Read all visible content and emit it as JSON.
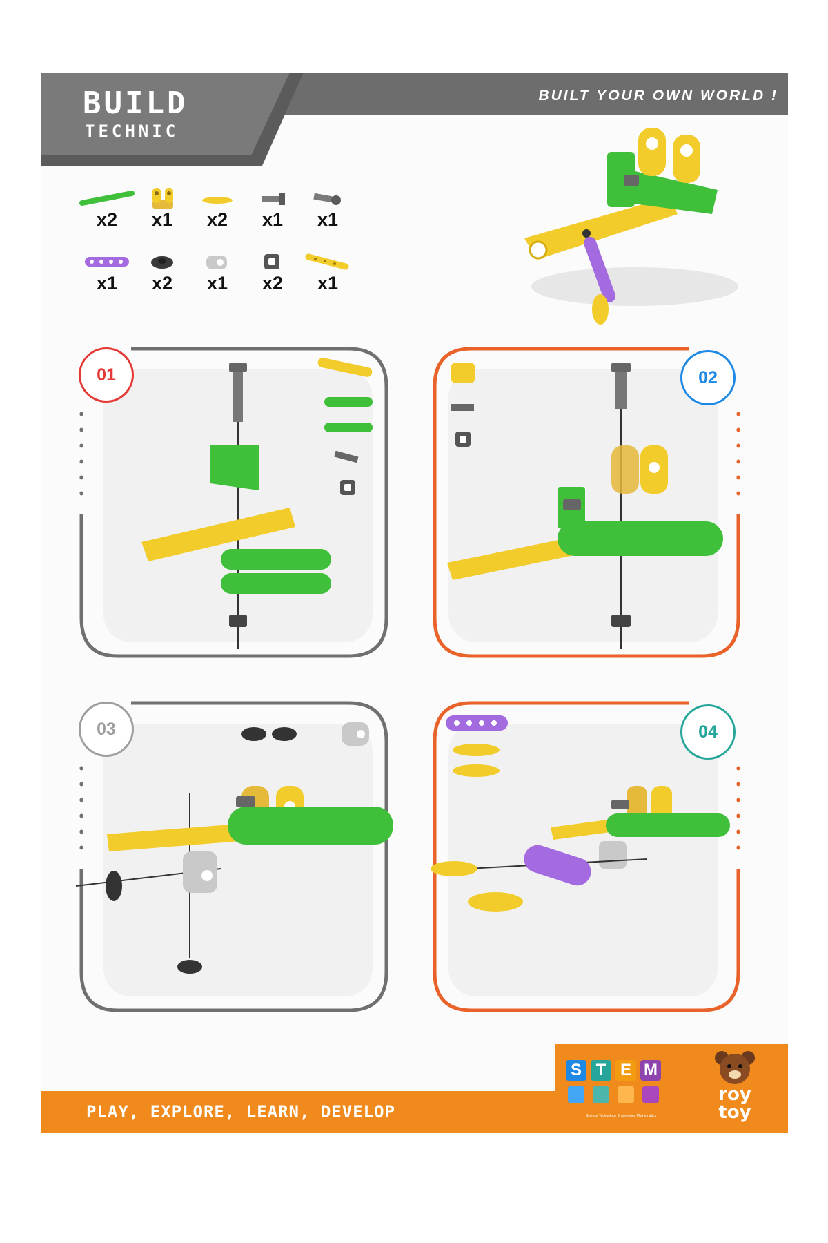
{
  "header": {
    "title": "BUILD",
    "subtitle": "TECHNIC",
    "tagline": "BUILT YOUR OWN WORLD !"
  },
  "parts_list": [
    {
      "icon": "green-strip-icon",
      "qty": "x2"
    },
    {
      "icon": "yellow-bracket-icon",
      "qty": "x1"
    },
    {
      "icon": "yellow-pin-icon",
      "qty": "x2"
    },
    {
      "icon": "gray-screw-icon",
      "qty": "x1"
    },
    {
      "icon": "gray-bolt-icon",
      "qty": "x1"
    },
    {
      "icon": "purple-strip-icon",
      "qty": "x1"
    },
    {
      "icon": "dark-nut-icon",
      "qty": "x2"
    },
    {
      "icon": "white-bracket-icon",
      "qty": "x1"
    },
    {
      "icon": "square-nut-icon",
      "qty": "x2"
    },
    {
      "icon": "yellow-chain-strip-icon",
      "qty": "x1"
    }
  ],
  "steps": [
    {
      "number": "01",
      "color": "#e53935"
    },
    {
      "number": "02",
      "color": "#1e88e5"
    },
    {
      "number": "03",
      "color": "#9e9e9e"
    },
    {
      "number": "04",
      "color": "#26a69a"
    }
  ],
  "footer": {
    "slogan": "PLAY, EXPLORE, LEARN, DEVELOP",
    "stem_letters": [
      "S",
      "T",
      "E",
      "M"
    ],
    "stem_caption": "Science Technology Engineering Mathematics",
    "brand_top": "roy",
    "brand_bottom": "toy"
  },
  "colors": {
    "header_gray": "#6d6d6d",
    "accent_orange": "#f08a1c",
    "part_green": "#3fbf3a",
    "part_yellow": "#f2cc2a",
    "part_purple": "#a46ae0",
    "frame_gray": "#707070",
    "frame_orange": "#e8622a"
  }
}
